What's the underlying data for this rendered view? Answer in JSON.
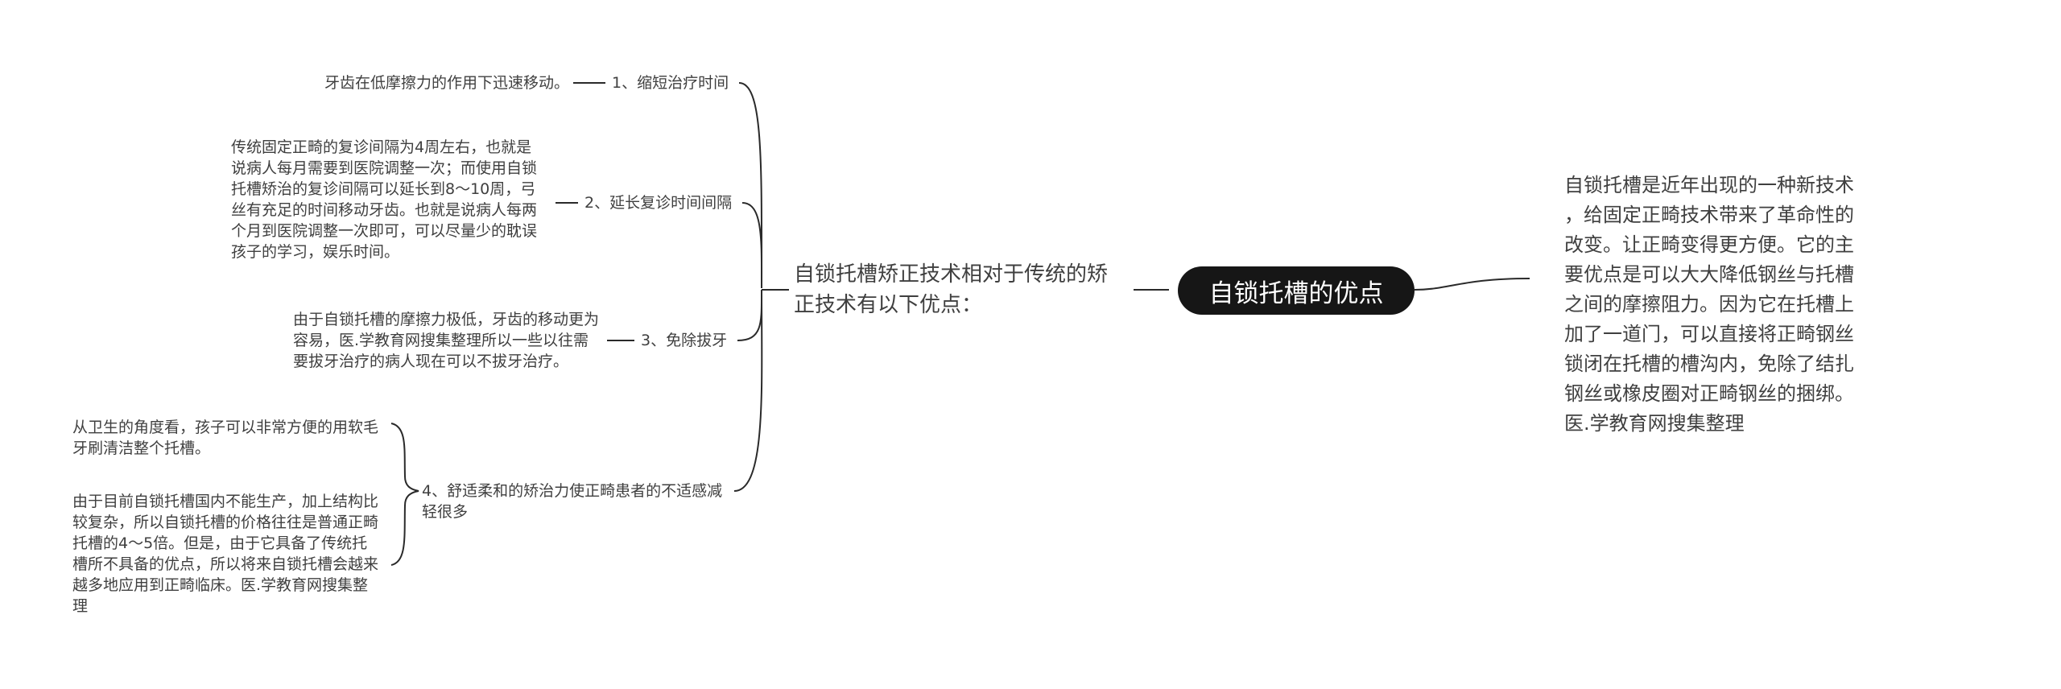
{
  "palette": {
    "text_color": "#3f3f3f",
    "line_color": "#2a2a2a",
    "node_bg": "#161616",
    "node_text": "#ffffff"
  },
  "center_node": {
    "title": "自锁托槽的优点"
  },
  "intro": {
    "lines": [
      "自锁托槽矫正技术相对于传统的矫",
      "正技术有以下优点："
    ]
  },
  "right_note": {
    "lines": [
      "自锁托槽是近年出现的一种新技术",
      "，给固定正畸技术带来了革命性的",
      "改变。让正畸变得更方便。它的主",
      "要优点是可以大大降低钢丝与托槽",
      "之间的摩擦阻力。因为它在托槽上",
      "加了一道门，可以直接将正畸钢丝",
      "锁闭在托槽的槽沟内，免除了结扎",
      "钢丝或橡皮圈对正畸钢丝的捆绑。",
      "医.学教育网搜集整理"
    ]
  },
  "branches": [
    {
      "label": "1、缩短治疗时间",
      "note_lines": [
        "牙齿在低摩擦力的作用下迅速移动。"
      ]
    },
    {
      "label": "2、延长复诊时间间隔",
      "note_lines": [
        "传统固定正畸的复诊间隔为4周左右，也就是",
        "说病人每月需要到医院调整一次；而使用自锁",
        "托槽矫治的复诊间隔可以延长到8～10周，弓",
        "丝有充足的时间移动牙齿。也就是说病人每两",
        "个月到医院调整一次即可，可以尽量少的耽误",
        "孩子的学习，娱乐时间。"
      ]
    },
    {
      "label": "3、免除拔牙",
      "note_lines": [
        "由于自锁托槽的摩擦力极低，牙齿的移动更为",
        "容易，医.学教育网搜集整理所以一些以往需",
        "要拔牙治疗的病人现在可以不拔牙治疗。"
      ]
    },
    {
      "label_lines": [
        "4、舒适柔和的矫治力使正畸患者的不适感减",
        "轻很多"
      ],
      "hygiene_note_lines": [
        "从卫生的角度看，孩子可以非常方便的用软毛",
        "牙刷清洁整个托槽。"
      ],
      "price_note_lines": [
        "由于目前自锁托槽国内不能生产，加上结构比",
        "较复杂，所以自锁托槽的价格往往是普通正畸",
        "托槽的4～5倍。但是，由于它具备了传统托",
        "槽所不具备的优点，所以将来自锁托槽会越来",
        "越多地应用到正畸临床。医.学教育网搜集整",
        "理"
      ]
    }
  ]
}
